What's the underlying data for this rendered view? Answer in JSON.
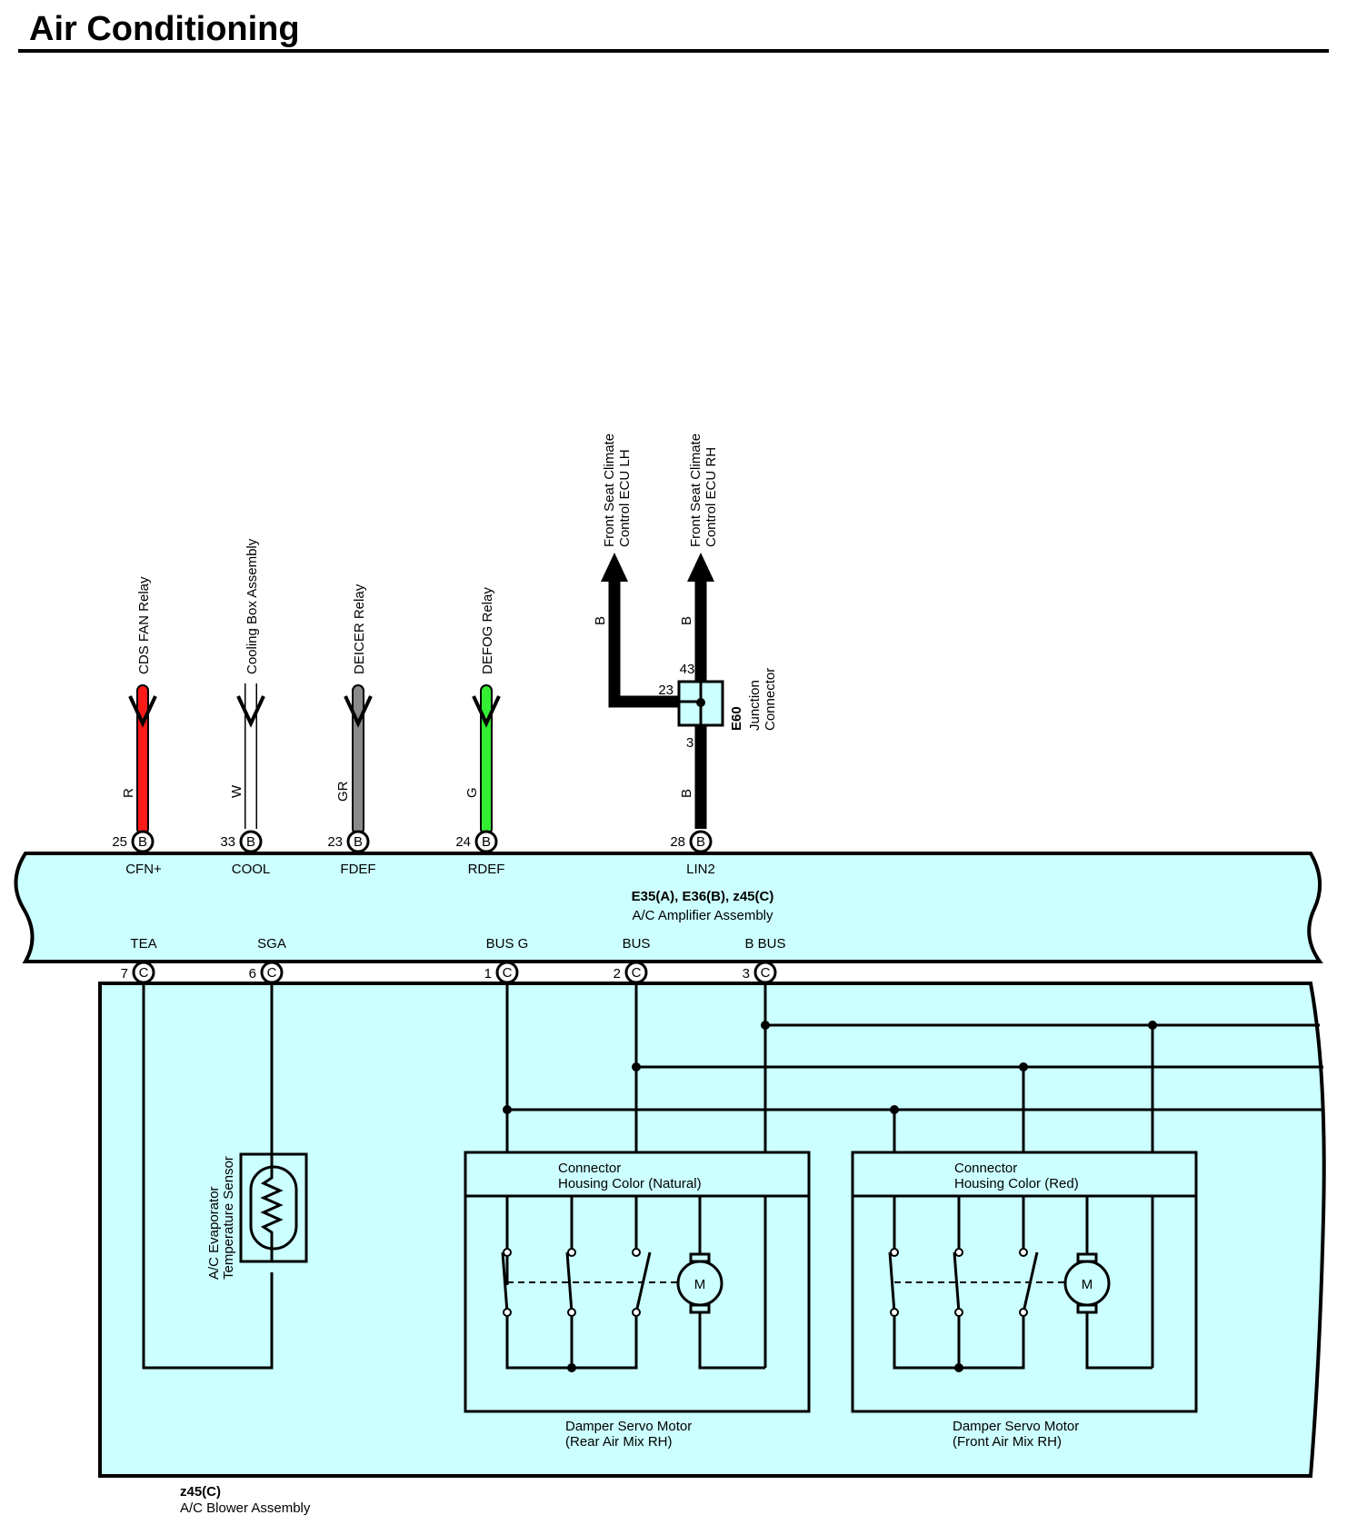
{
  "page_title": "Air Conditioning",
  "colors": {
    "amp_fill": "#ccffff",
    "wire_red": "#ff1a1a",
    "wire_gray": "#8a8a8a",
    "wire_green": "#33ee33",
    "wire_black": "#000000",
    "wire_white": "#ffffff"
  },
  "upper_wires": [
    {
      "pin": "25",
      "connector": "B",
      "signal": "CFN+",
      "wire_color": "R",
      "destination": "CDS FAN Relay"
    },
    {
      "pin": "33",
      "connector": "B",
      "signal": "COOL",
      "wire_color": "W",
      "destination": "Cooling Box Assembly"
    },
    {
      "pin": "23",
      "connector": "B",
      "signal": "FDEF",
      "wire_color": "GR",
      "destination": "DEICER Relay"
    },
    {
      "pin": "24",
      "connector": "B",
      "signal": "RDEF",
      "wire_color": "G",
      "destination": "DEFOG Relay"
    },
    {
      "pin": "28",
      "connector": "B",
      "signal": "LIN2",
      "wire_color": "B",
      "destination": ""
    }
  ],
  "lin_branch": {
    "to_lh": {
      "wire_color": "B",
      "destination_line1": "Front Seat Climate",
      "destination_line2": "Control ECU LH"
    },
    "to_rh": {
      "wire_color": "B",
      "destination_line1": "Front Seat Climate",
      "destination_line2": "Control ECU RH"
    }
  },
  "junction": {
    "id": "E60",
    "label_line1": "Junction",
    "label_line2": "Connector",
    "pin_top": "43",
    "pin_left": "23",
    "pin_bottom": "3"
  },
  "amplifier": {
    "connectors": "E35(A), E36(B), z45(C)",
    "name": "A/C Amplifier Assembly"
  },
  "lower_pins": [
    {
      "pin": "7",
      "connector": "C",
      "signal": "TEA"
    },
    {
      "pin": "6",
      "connector": "C",
      "signal": "SGA"
    },
    {
      "pin": "1",
      "connector": "C",
      "signal": "BUS G"
    },
    {
      "pin": "2",
      "connector": "C",
      "signal": "BUS"
    },
    {
      "pin": "3",
      "connector": "C",
      "signal": "B BUS"
    }
  ],
  "sensor": {
    "line1": "A/C Evaporator",
    "line2": "Temperature Sensor"
  },
  "servo_rear": {
    "housing_line1": "Connector",
    "housing_line2": "Housing Color (Natural)",
    "name_line1": "Damper Servo Motor",
    "name_line2": "(Rear Air Mix RH)",
    "motor_label": "M"
  },
  "servo_front": {
    "housing_line1": "Connector",
    "housing_line2": "Housing Color (Red)",
    "name_line1": "Damper Servo Motor",
    "name_line2": "(Front Air Mix RH)",
    "motor_label": "M"
  },
  "blower": {
    "connector": "z45(C)",
    "name": "A/C Blower Assembly"
  }
}
